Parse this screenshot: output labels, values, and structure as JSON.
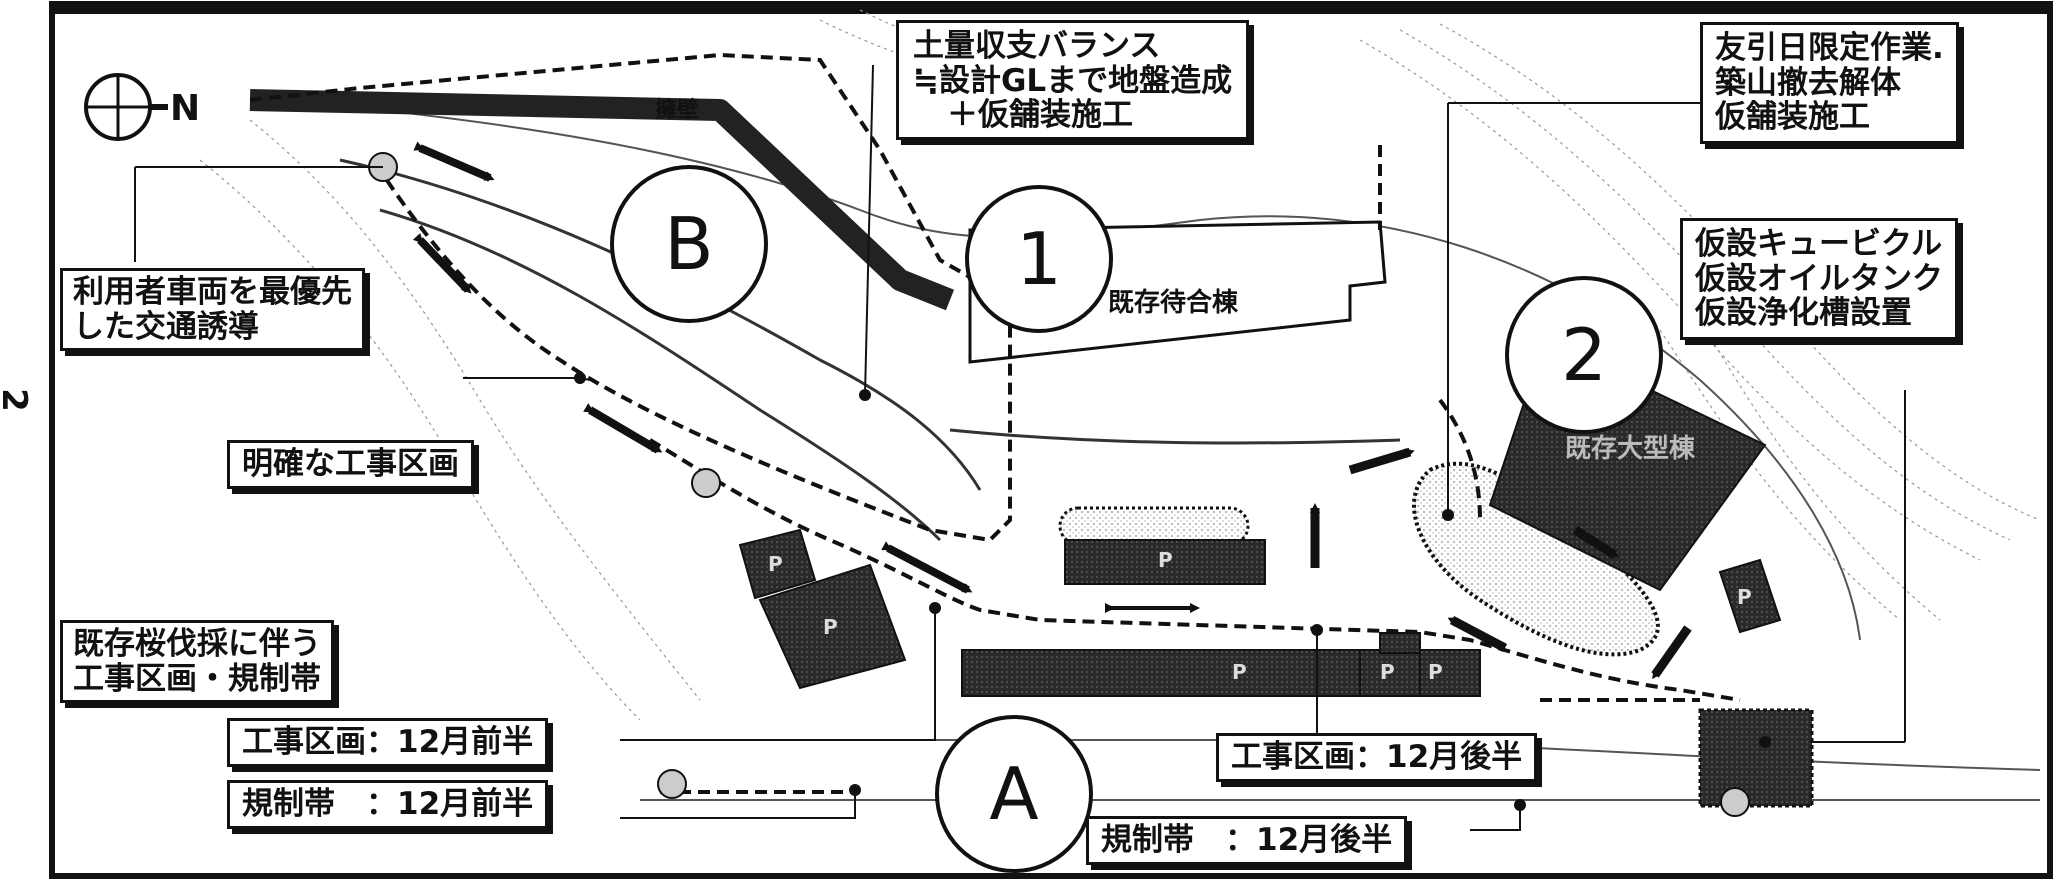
{
  "page_number": "2",
  "compass": {
    "north_label": "N"
  },
  "zones": {
    "A": "A",
    "B": "B",
    "one": "1",
    "two": "2"
  },
  "building_labels": {
    "existing_waiting": "既存待合棟",
    "existing_other": "既存大型棟",
    "retaining_wall": "擁壁"
  },
  "parking_label": "P",
  "callouts": {
    "earthwork": [
      "土量収支バランス",
      "≒設計GLまで地盤造成",
      "＋仮舗装施工"
    ],
    "limited_day": [
      "友引日限定作業.",
      "築山撤去解体",
      "仮舗装施工"
    ],
    "temp_facilities": [
      "仮設キュービクル",
      "仮設オイルタンク",
      "仮設浄化槽設置"
    ],
    "traffic": [
      "利用者車両を最優先",
      "した交通誘導"
    ],
    "clear_zone": "明確な工事区画",
    "cherry": [
      "既存桜伐採に伴う",
      "工事区画・規制帯"
    ],
    "zone_first_half": "工事区画：12月前半",
    "reg_first_half": "規制帯　：12月前半",
    "zone_second_half": "工事区画：12月後半",
    "reg_second_half": "規制帯　：12月後半"
  }
}
